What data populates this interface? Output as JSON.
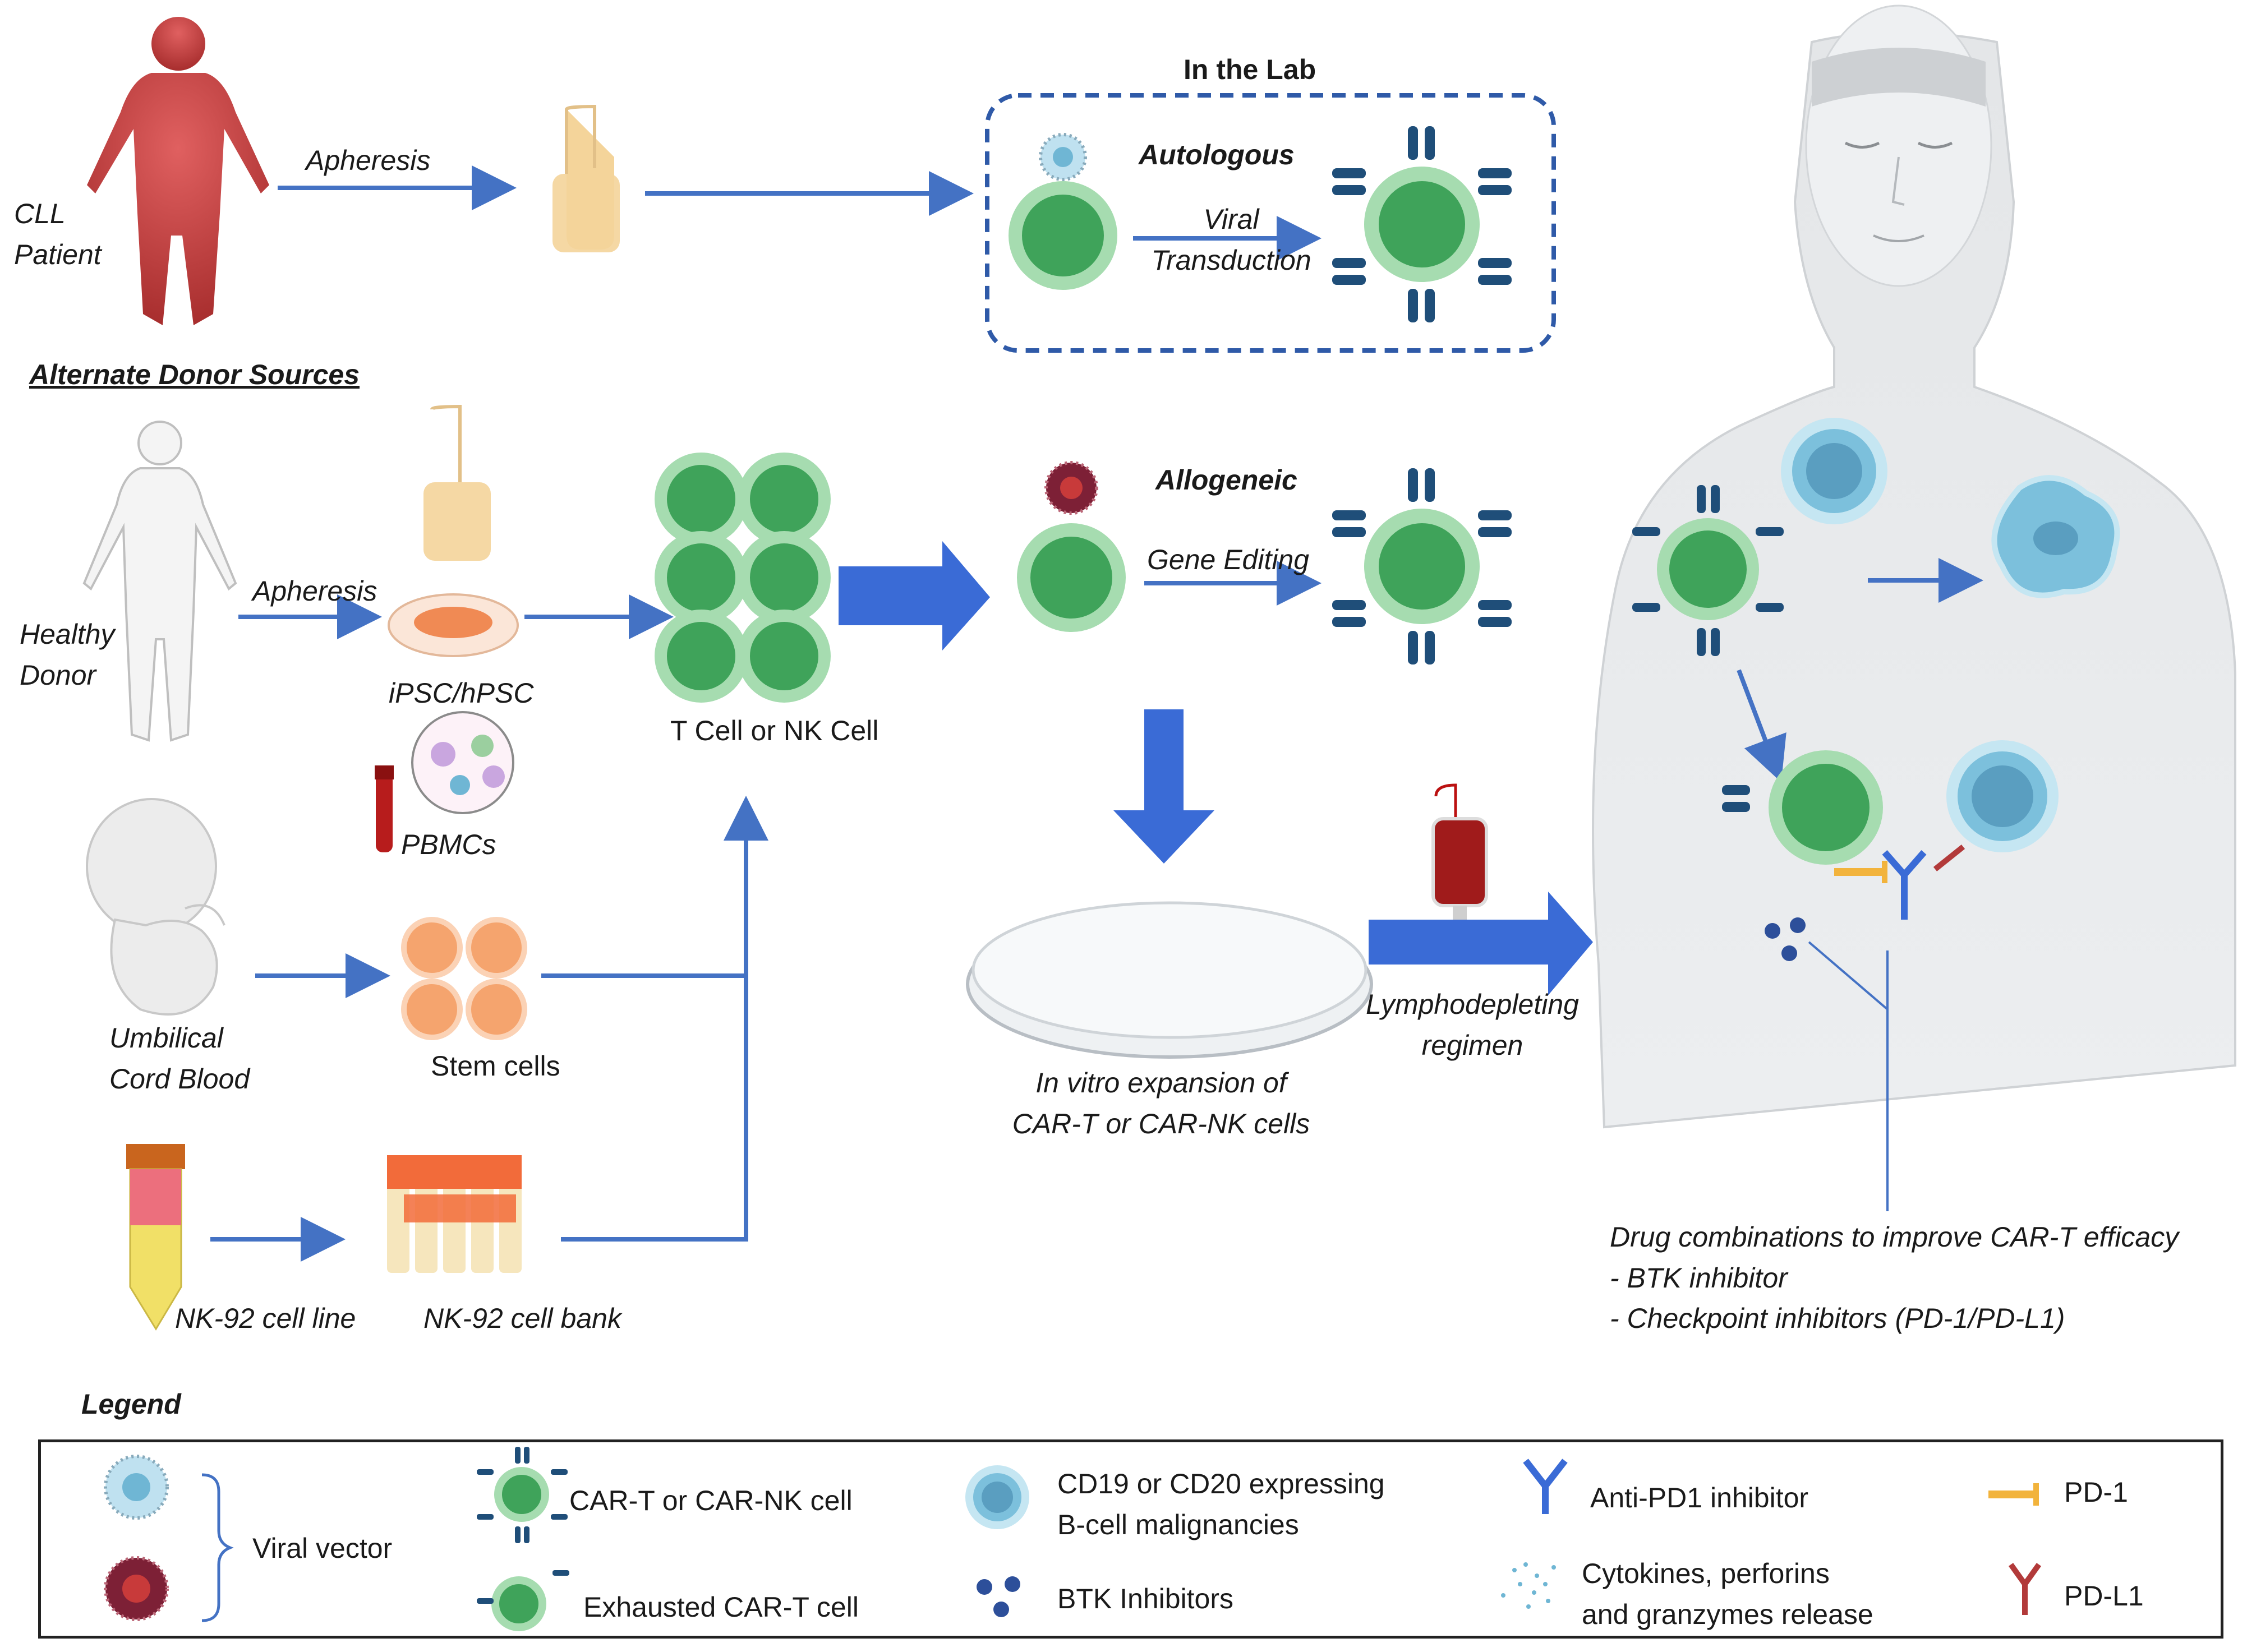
{
  "flow": {
    "cll_patient": [
      "CLL",
      "Patient"
    ],
    "apheresis_top": "Apheresis",
    "in_the_lab": "In the Lab",
    "autologous": "Autologous",
    "viral_transduction": [
      "Viral",
      "Transduction"
    ],
    "alternate_donor_sources": "Alternate Donor Sources",
    "healthy_donor": [
      "Healthy",
      "Donor"
    ],
    "apheresis_mid": "Apheresis",
    "ipsc": "iPSC/hPSC",
    "pbmcs": "PBMCs",
    "t_or_nk": "T Cell or NK Cell",
    "allogeneic": "Allogeneic",
    "gene_editing": "Gene Editing",
    "umbilical_cord_blood": [
      "Umbilical",
      "Cord Blood"
    ],
    "stem_cells": "Stem cells",
    "nk92_line": "NK-92 cell line",
    "nk92_bank": "NK-92 cell bank",
    "in_vitro_expansion": [
      "In vitro expansion of",
      "CAR-T or CAR-NK cells"
    ],
    "lymphodepleting": [
      "Lymphodepleting",
      "regimen"
    ],
    "drug_combos": {
      "title": "Drug combinations to improve CAR-T efficacy",
      "items": [
        "- BTK inhibitor",
        "- Checkpoint inhibitors (PD-1/PD-L1)"
      ]
    }
  },
  "legend": {
    "title": "Legend",
    "viral_vector": "Viral vector",
    "car_cell": "CAR-T or CAR-NK cell",
    "exhausted_car": "Exhausted CAR-T cell",
    "b_cell": [
      "CD19 or CD20 expressing",
      "B-cell malignancies"
    ],
    "btk": "BTK Inhibitors",
    "anti_pd1": "Anti-PD1 inhibitor",
    "cytokines": [
      "Cytokines, perforins",
      "and granzymes release"
    ],
    "pd1": "PD-1",
    "pdl1": "PD-L1"
  },
  "colors": {
    "arrow_blue": "#4472c4",
    "big_arrow_blue": "#3a6bd6",
    "car_cell_green": "#5cb370",
    "car_receptor_navy": "#1f4e79",
    "b_cell_blue": "#6fb6d4",
    "body_red": "#c94444",
    "bag_tan": "#f4d49a",
    "stem_orange": "#f5a46e",
    "pd1_orange": "#f2b33c",
    "pdl1_red": "#b23a3a",
    "btk_navy": "#2d4f9a",
    "dashed_border": "#2f5aa8"
  }
}
